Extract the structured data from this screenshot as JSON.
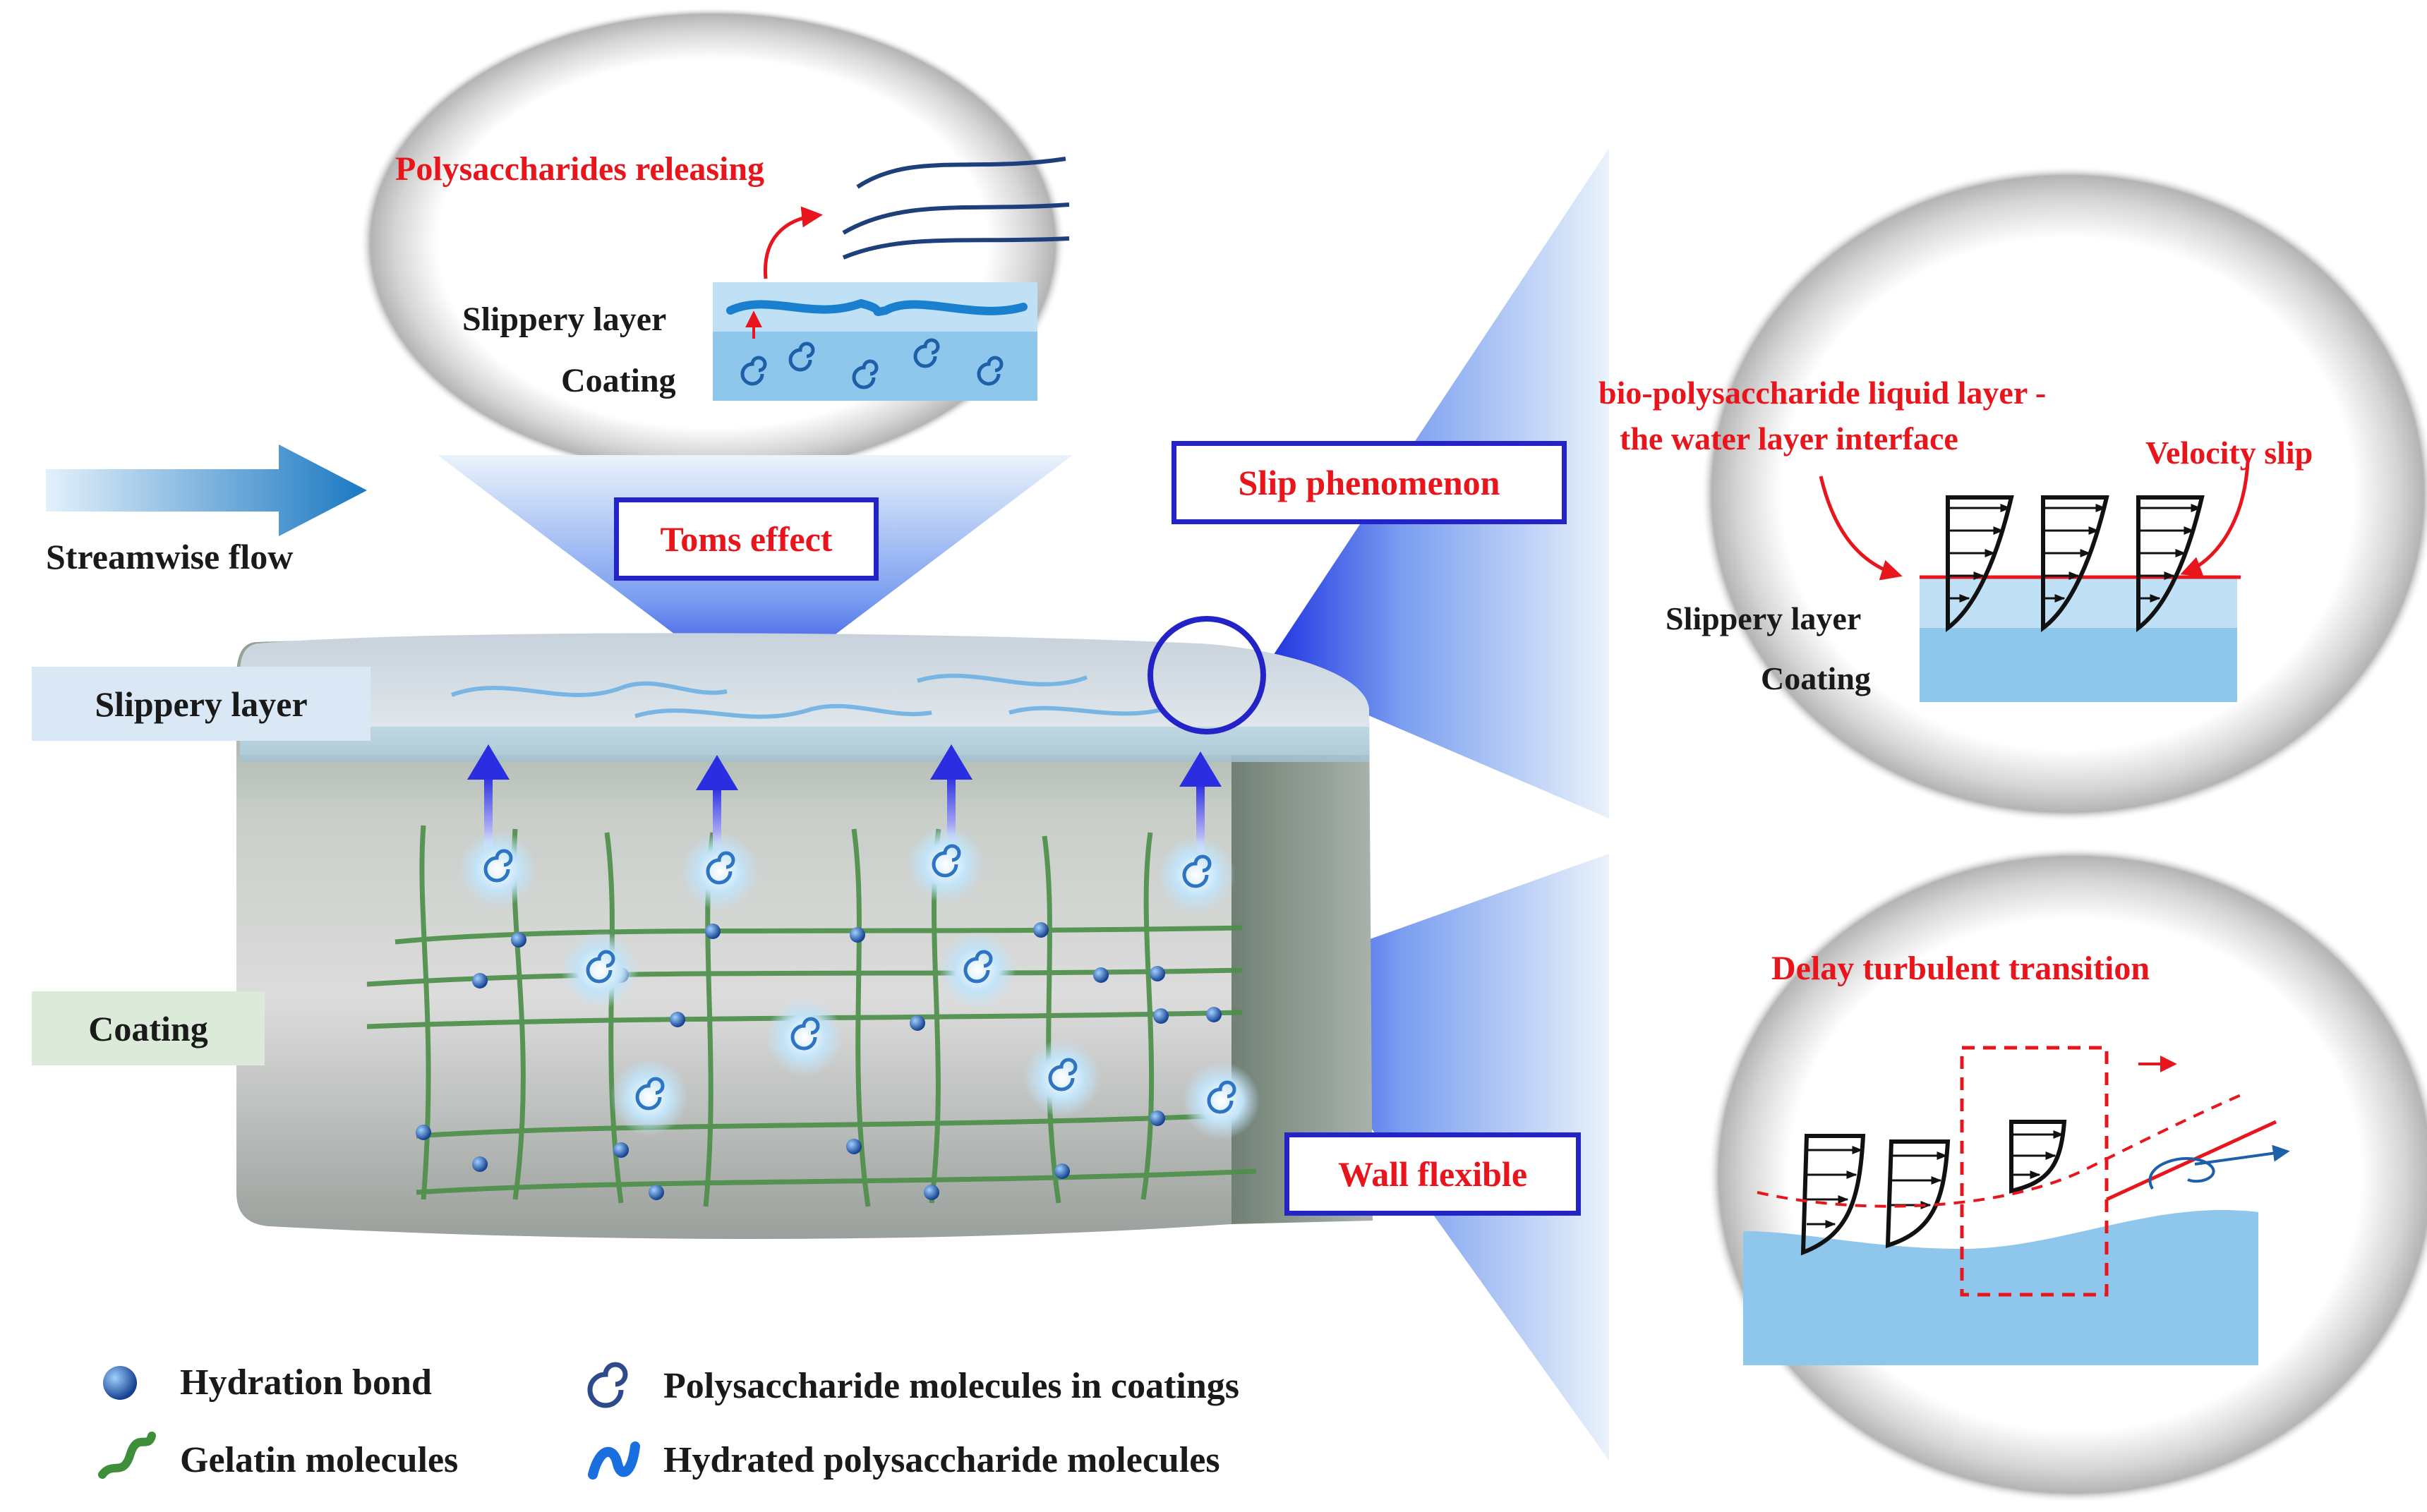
{
  "labels": {
    "polysaccharides_releasing": "Polysaccharides releasing",
    "top_slippery_layer": "Slippery layer",
    "top_coating": "Coating",
    "streamwise_flow": "Streamwise flow",
    "toms_effect": "Toms effect",
    "slip_phenomenon": "Slip phenomenon",
    "wall_flexible": "Wall flexible",
    "side_slippery_layer": "Slippery layer",
    "side_coating": "Coating",
    "interface_line1": "bio-polysaccharide liquid layer -",
    "interface_line2": "the water layer interface",
    "velocity_slip": "Velocity slip",
    "right_slippery_layer": "Slippery layer",
    "right_coating": "Coating",
    "delay_turbulent": "Delay turbulent transition"
  },
  "legend": [
    {
      "icon": "hydration-bond-icon",
      "label": "Hydration bond"
    },
    {
      "icon": "polysaccharide-molecule-icon",
      "label": "Polysaccharide molecules in coatings"
    },
    {
      "icon": "gelatin-molecule-icon",
      "label": "Gelatin molecules"
    },
    {
      "icon": "hydrated-polysaccharide-icon",
      "label": "Hydrated polysaccharide molecules"
    }
  ],
  "colors": {
    "accent_red": "#e8161c",
    "box_border": "#2323c8",
    "water_blue": "#9fcfee",
    "gelatin_green": "#3f8f3a",
    "bond_blue": "#1f5fa8"
  }
}
